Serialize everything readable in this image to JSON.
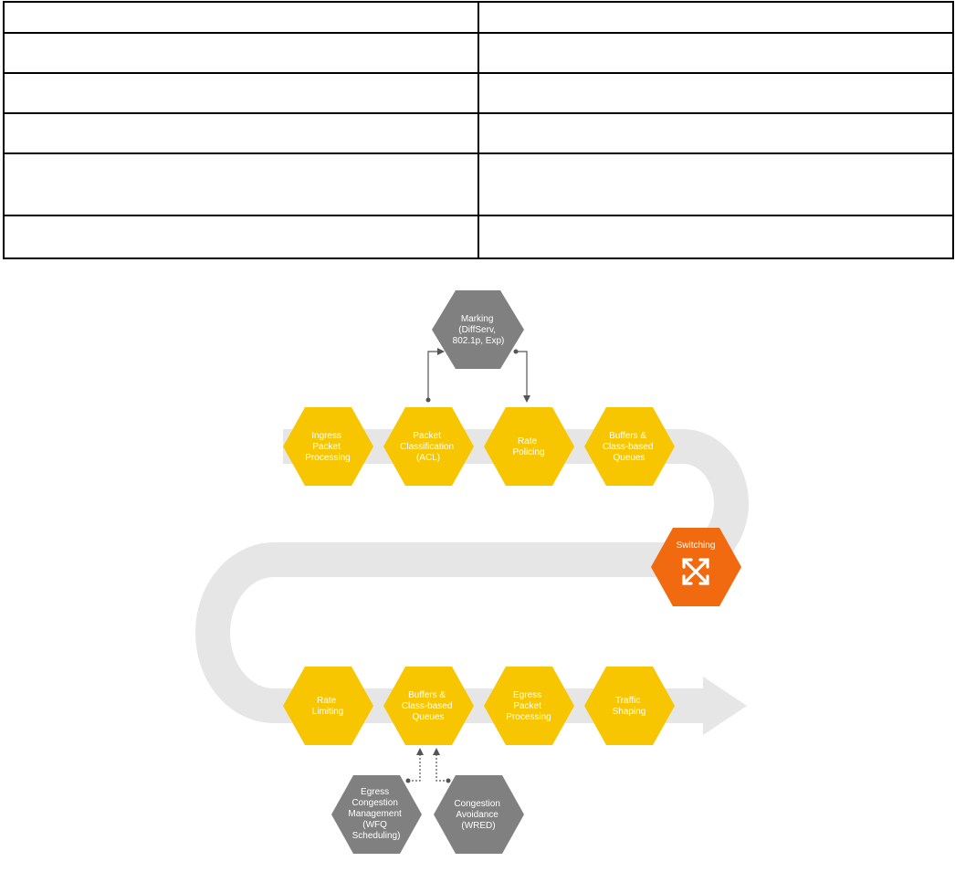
{
  "table": {
    "rows": [
      [
        "",
        ""
      ],
      [
        "",
        ""
      ],
      [
        "",
        ""
      ],
      [
        "",
        ""
      ],
      [
        "",
        ""
      ],
      [
        "",
        ""
      ]
    ]
  },
  "diagram": {
    "colors": {
      "stage": "#f8c600",
      "aux": "#808080",
      "switch": "#f26a0f",
      "path": "#e6e6e6",
      "connector": "#555555",
      "label": "#ffffff"
    },
    "marking": [
      "Marking",
      "(DiffServ,",
      "802.1p, Exp)"
    ],
    "ingress": {
      "stage_1": [
        "Ingress",
        "Packet",
        "Processing"
      ],
      "stage_2": [
        "Packet",
        "Classification",
        "(ACL)"
      ],
      "stage_3": [
        "Rate",
        "Policing"
      ],
      "stage_4": [
        "Buffers &",
        "Class-based",
        "Queues"
      ]
    },
    "switching": {
      "label": "Switching",
      "icon": "four-way-arrows-icon"
    },
    "egress": {
      "stage_1": [
        "Rate",
        "Limiting"
      ],
      "stage_2": [
        "Buffers &",
        "Class-based",
        "Queues"
      ],
      "stage_3": [
        "Egress",
        "Packet",
        "Processing"
      ],
      "stage_4": [
        "Traffic",
        "Shaping"
      ]
    },
    "congestion_management": [
      "Egress",
      "Congestion",
      "Management",
      "(WFQ",
      "Scheduling)"
    ],
    "congestion_avoidance": [
      "Congestion",
      "Avoidance",
      "(WRED)"
    ]
  }
}
